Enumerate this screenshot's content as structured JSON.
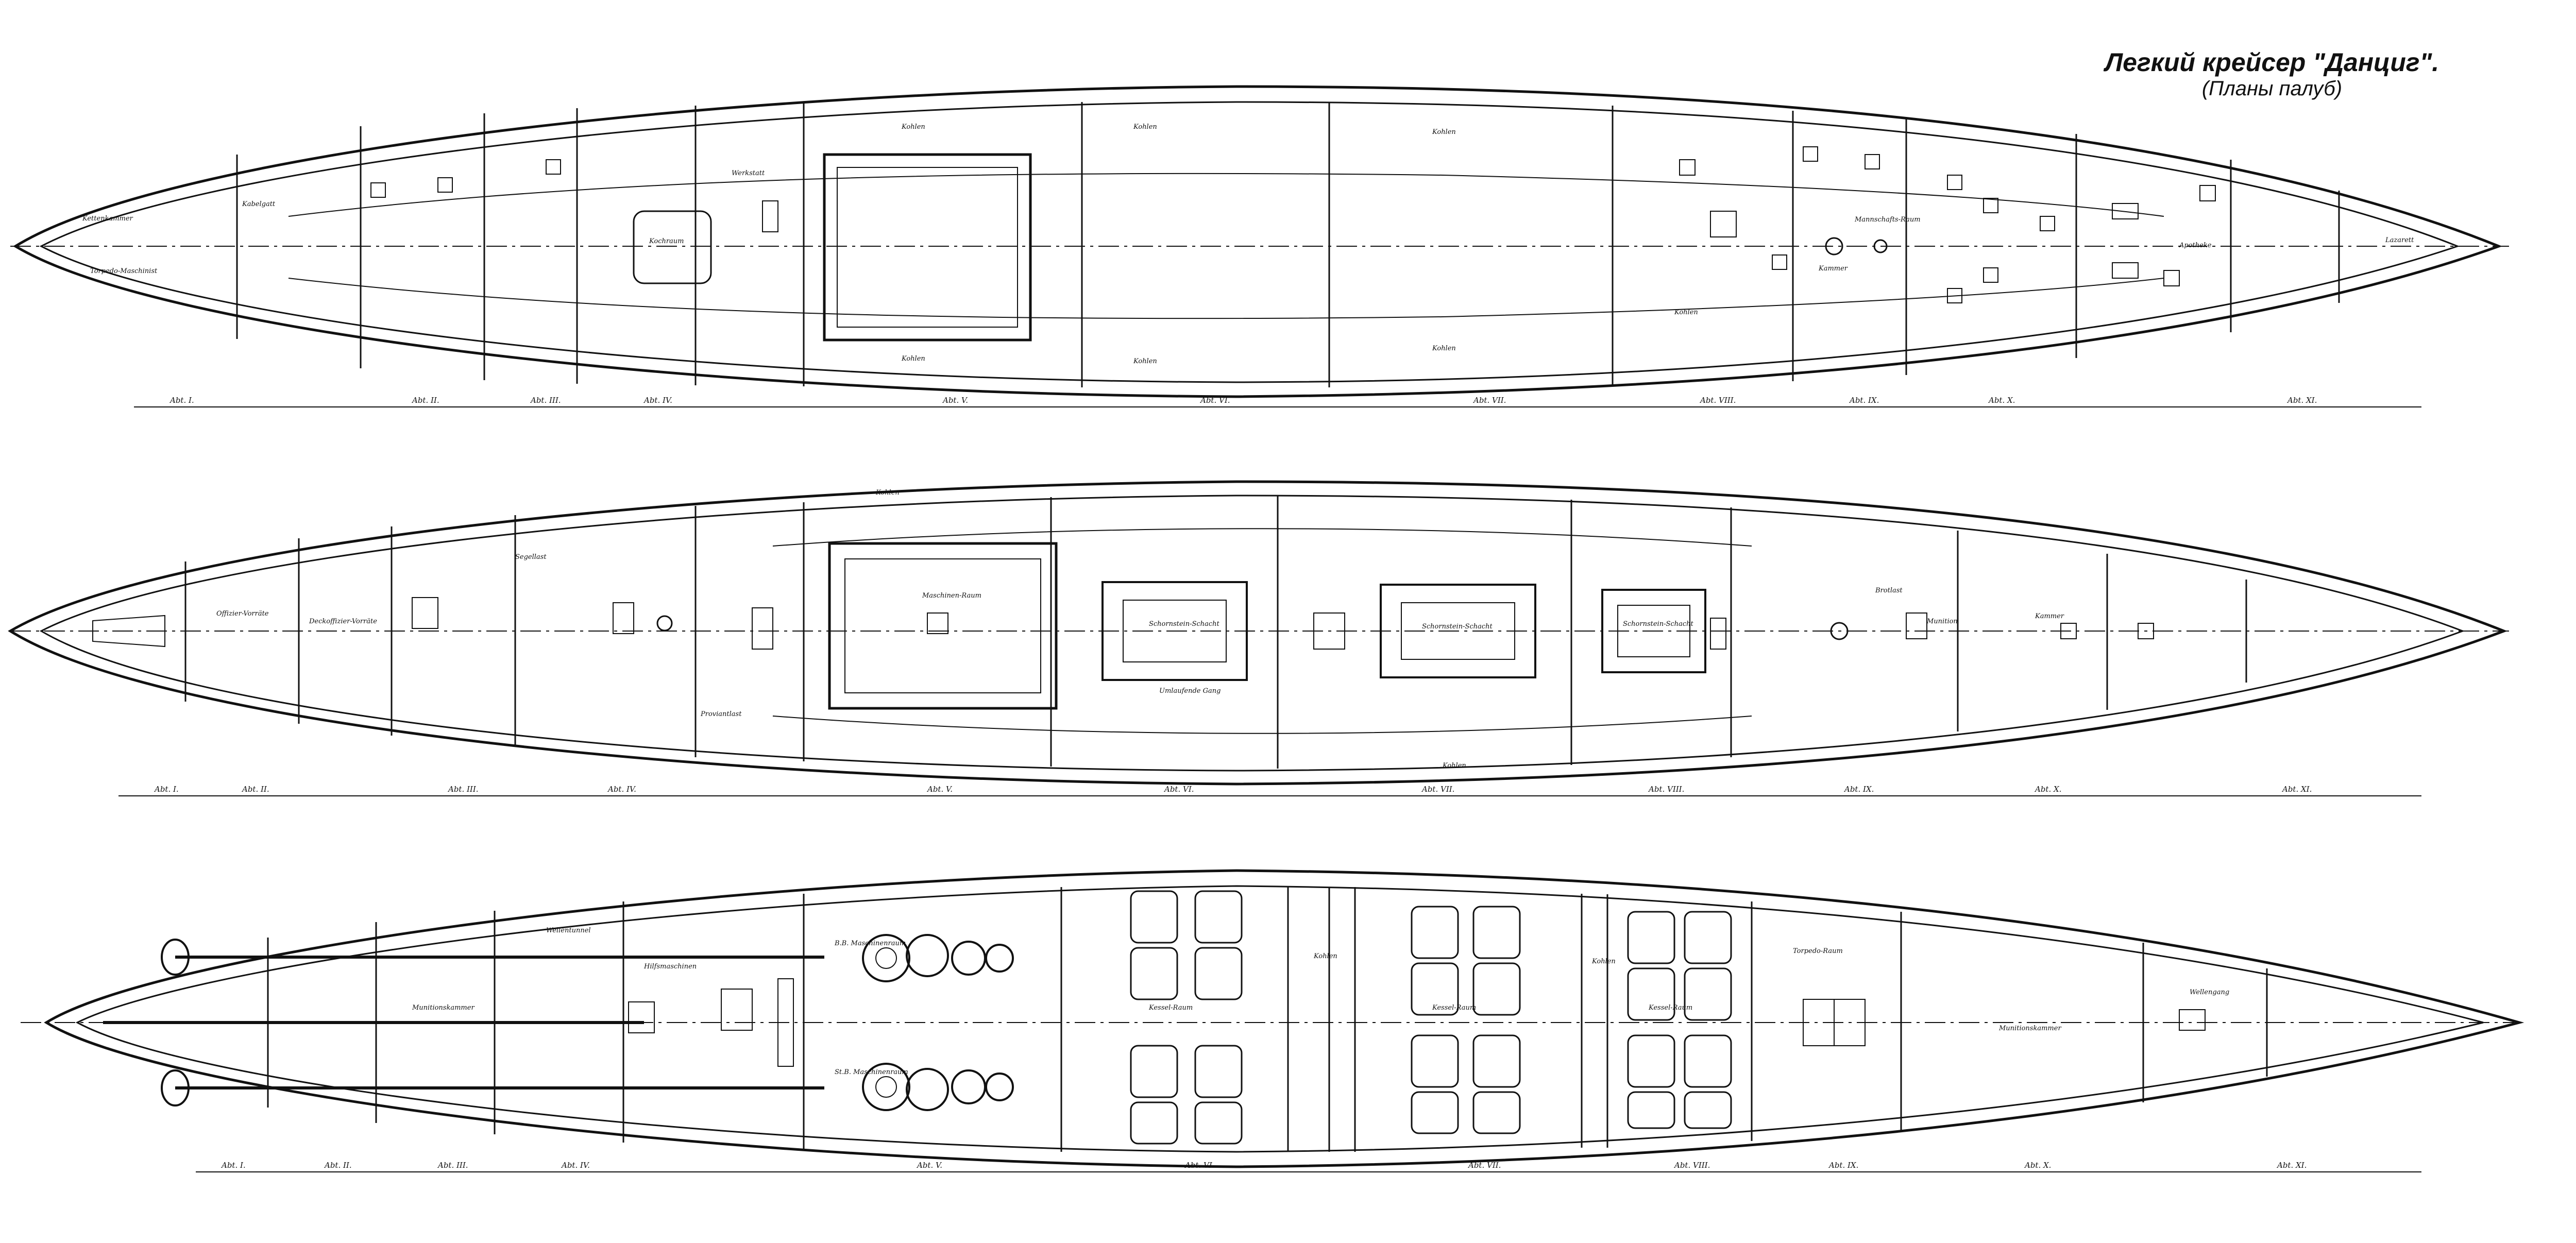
{
  "title": "Легкий крейсер \"Данциг\".",
  "subtitle": "(Планы палуб)",
  "decks": [
    {
      "sections": [
        "Abt. I.",
        "Abt. II.",
        "Abt. III.",
        "Abt. IV.",
        "Abt. V.",
        "Abt. VI.",
        "Abt. VII.",
        "Abt. VIII.",
        "Abt. IX.",
        "Abt. X.",
        "Abt. XI."
      ],
      "labels": [
        "Kettenkammer",
        "Torpedo-Maschinist",
        "Kabelgatt",
        "Werkstatt",
        "Kohlen",
        "Kochraum",
        "Kohlen",
        "Kohlen",
        "Kohlen",
        "Kohlen",
        "Kohlen",
        "Kohlen",
        "Mannschafts-Raum",
        "Kammer",
        "Apotheke",
        "Lazarett"
      ]
    },
    {
      "sections": [
        "Abt. I.",
        "Abt. II.",
        "Abt. III.",
        "Abt. IV.",
        "Abt. V.",
        "Abt. VI.",
        "Abt. VII.",
        "Abt. VIII.",
        "Abt. IX.",
        "Abt. X.",
        "Abt. XI."
      ],
      "labels": [
        "Offizier-Vorräte",
        "Deckoffizier-Vorräte",
        "Segellast",
        "Proviantlast",
        "Maschinen-Raum",
        "Schornstein-Schacht",
        "Schornstein-Schacht",
        "Schornstein-Schacht",
        "Umlaufende Gang",
        "Kohlen",
        "Kohlen",
        "Brotlast",
        "Munition",
        "Kammer"
      ]
    },
    {
      "sections": [
        "Abt. I.",
        "Abt. II.",
        "Abt. III.",
        "Abt. IV.",
        "Abt. V.",
        "Abt. VI.",
        "Abt. VII.",
        "Abt. VIII.",
        "Abt. IX.",
        "Abt. X.",
        "Abt. XI."
      ],
      "labels": [
        "Wellentunnel",
        "Munitionskammer",
        "Hilfsmaschinen",
        "B.B. Maschinenraum",
        "St.B. Maschinenraum",
        "Kessel-Raum",
        "Kessel-Raum",
        "Kessel-Raum",
        "Kohlen",
        "Kohlen",
        "Torpedo-Raum",
        "Munitionskammer",
        "Wellengang"
      ]
    }
  ]
}
